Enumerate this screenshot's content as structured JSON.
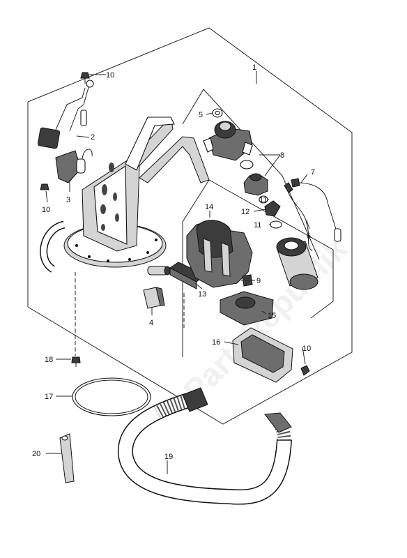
{
  "watermark": "PartsRepublik",
  "callouts": [
    {
      "id": "c1",
      "label": "1"
    },
    {
      "id": "c2",
      "label": "2"
    },
    {
      "id": "c3",
      "label": "3"
    },
    {
      "id": "c4",
      "label": "4"
    },
    {
      "id": "c5",
      "label": "5"
    },
    {
      "id": "c6",
      "label": "6"
    },
    {
      "id": "c7",
      "label": "7"
    },
    {
      "id": "c8",
      "label": "8"
    },
    {
      "id": "c9",
      "label": "9"
    },
    {
      "id": "c10a",
      "label": "10"
    },
    {
      "id": "c10b",
      "label": "10"
    },
    {
      "id": "c10c",
      "label": "10"
    },
    {
      "id": "c11a",
      "label": "11"
    },
    {
      "id": "c11b",
      "label": "11"
    },
    {
      "id": "c12",
      "label": "12"
    },
    {
      "id": "c13",
      "label": "13"
    },
    {
      "id": "c14",
      "label": "14"
    },
    {
      "id": "c15",
      "label": "15"
    },
    {
      "id": "c16",
      "label": "16"
    },
    {
      "id": "c17",
      "label": "17"
    },
    {
      "id": "c18",
      "label": "18"
    },
    {
      "id": "c19",
      "label": "19"
    },
    {
      "id": "c20",
      "label": "20"
    }
  ]
}
